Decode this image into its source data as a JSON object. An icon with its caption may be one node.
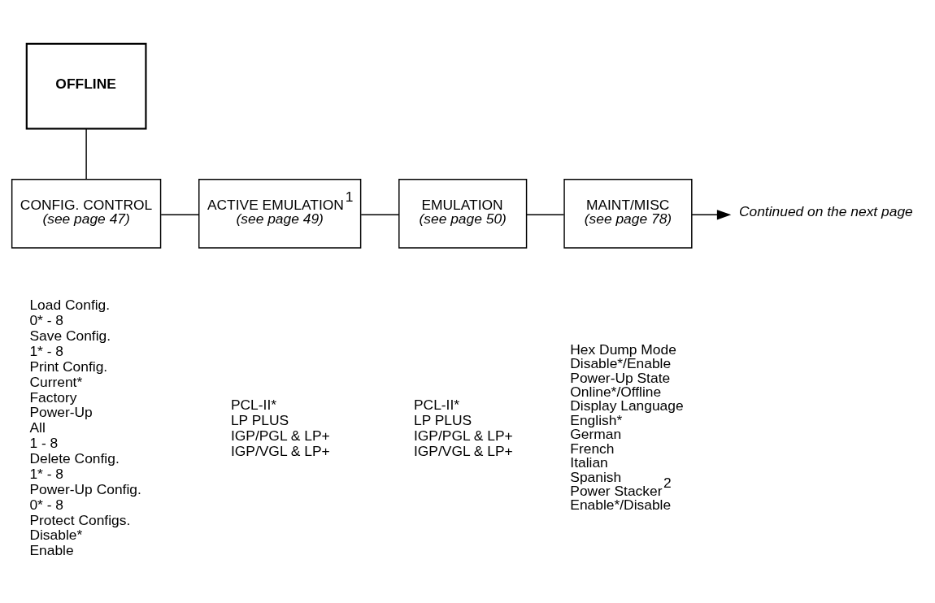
{
  "diagram": {
    "nodes": [
      {
        "text": [
          "OFFLINE"
        ]
      },
      {
        "text": [
          "CONFIG. CONTROL",
          "(see page 47)"
        ],
        "beside": [
          "Load Config.",
          "0* - 8",
          "Save Config.",
          "1* - 8",
          "Print Config.",
          "Current*",
          "Factory",
          "Power-Up",
          "All",
          "1 - 8",
          "Delete Config.",
          "1* - 8",
          "Power-Up Config.",
          "0* - 8",
          "Protect Configs.",
          "Disable*",
          "Enable"
        ]
      },
      {
        "text": [
          "ACTIVE EMULATION$^{1}$",
          "(see page 49)"
        ],
        "beside": [
          "PCL-II*",
          "LP PLUS",
          "IGP/PGL & LP+",
          "IGP/VGL & LP+"
        ]
      },
      {
        "text": [
          "EMULATION",
          "(see page 50)"
        ],
        "beside": [
          "PCL-II*",
          "LP PLUS",
          "IGP/PGL & LP+",
          "IGP/VGL & LP+"
        ]
      },
      {
        "text": [
          "MAINT/MISC",
          "(see page 78)"
        ],
        "beside": [
          "Hex Dump Mode",
          "Disable*/Enable",
          "Power-Up State",
          "Online*/Offline",
          "Display Language",
          "English*",
          "German",
          "French",
          "Italian",
          "Spanish",
          "Power Stacker$^{2}$",
          "Enable*/Disable"
        ]
      },
      {
        "text": [
          "Continued on the next page"
        ]
      }
    ],
    "edges": [
      {
        "from": 0,
        "to": 1,
        "arrow": "none"
      },
      {
        "from": 1,
        "to": 2,
        "arrow": "none"
      },
      {
        "from": 2,
        "to": 3,
        "arrow": "none"
      },
      {
        "from": 3,
        "to": 4,
        "arrow": "none"
      },
      {
        "from": 4,
        "to": 5,
        "arrow": "to"
      }
    ]
  }
}
